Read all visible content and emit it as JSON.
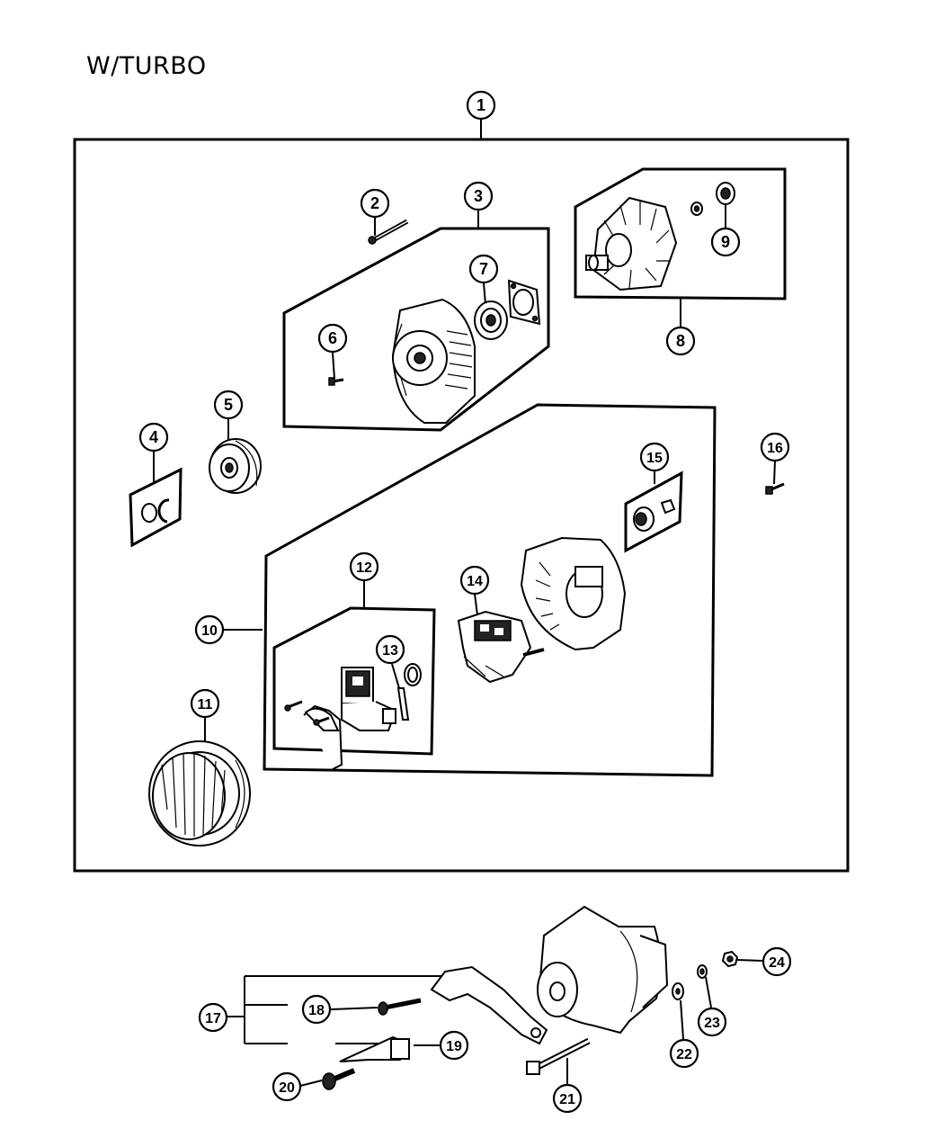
{
  "diagram": {
    "heading": "W/TURBO",
    "callouts": [
      "1",
      "2",
      "3",
      "4",
      "5",
      "6",
      "7",
      "8",
      "9",
      "10",
      "11",
      "12",
      "13",
      "14",
      "15",
      "16",
      "17",
      "18",
      "19",
      "20",
      "21",
      "22",
      "23",
      "24"
    ]
  }
}
